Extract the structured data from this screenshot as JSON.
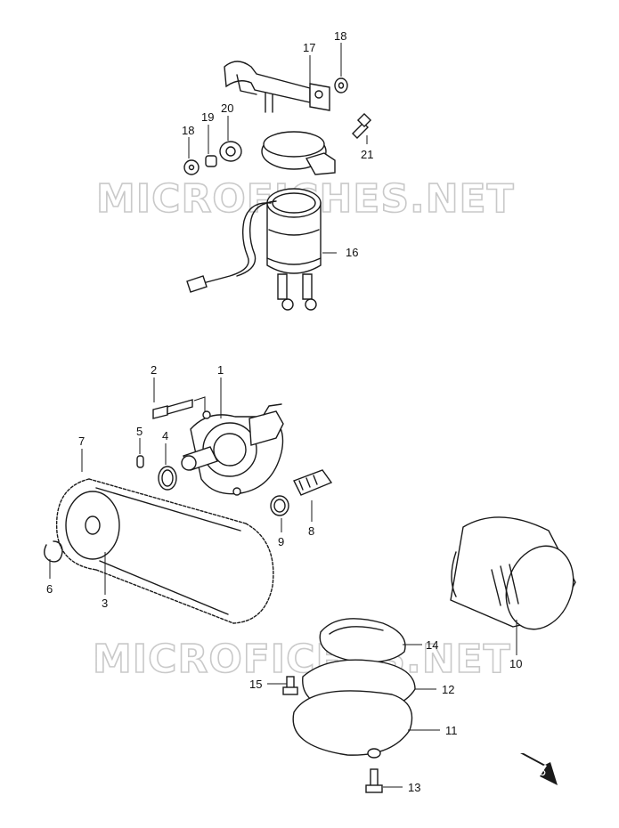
{
  "watermark": "MICROFICHES.NET",
  "badge_text": "FWD",
  "callouts": [
    {
      "id": "17",
      "text": "17"
    },
    {
      "id": "18a",
      "text": "18"
    },
    {
      "id": "19",
      "text": "19"
    },
    {
      "id": "20",
      "text": "20"
    },
    {
      "id": "18b",
      "text": "18"
    },
    {
      "id": "21",
      "text": "21"
    },
    {
      "id": "16",
      "text": "16"
    },
    {
      "id": "2",
      "text": "2"
    },
    {
      "id": "1",
      "text": "1"
    },
    {
      "id": "5",
      "text": "5"
    },
    {
      "id": "4",
      "text": "4"
    },
    {
      "id": "7",
      "text": "7"
    },
    {
      "id": "9",
      "text": "9"
    },
    {
      "id": "8",
      "text": "8"
    },
    {
      "id": "6",
      "text": "6"
    },
    {
      "id": "3",
      "text": "3"
    },
    {
      "id": "10",
      "text": "10"
    },
    {
      "id": "14",
      "text": "14"
    },
    {
      "id": "15",
      "text": "15"
    },
    {
      "id": "12",
      "text": "12"
    },
    {
      "id": "11",
      "text": "11"
    },
    {
      "id": "13",
      "text": "13"
    }
  ]
}
